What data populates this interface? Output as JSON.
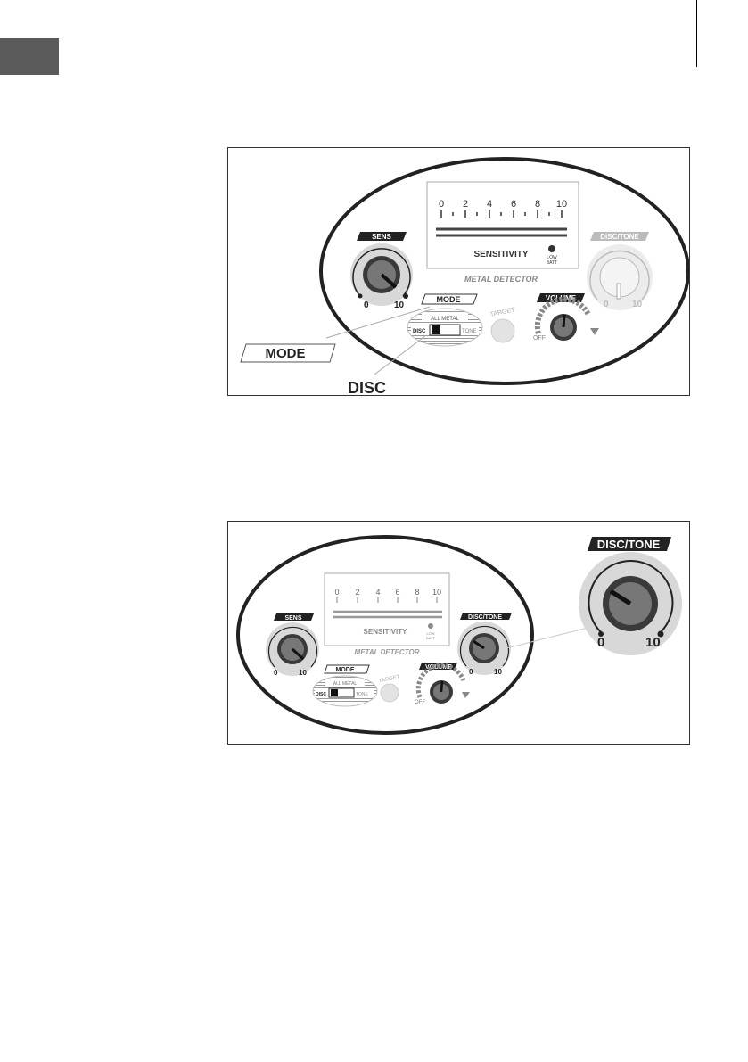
{
  "meter": {
    "scale": [
      "0",
      "2",
      "4",
      "6",
      "8",
      "10"
    ],
    "title": "SENSITIVITY",
    "low_batt_line1": "LOW",
    "low_batt_line2": "BATT"
  },
  "brand": "METAL DETECTOR",
  "sens": {
    "label": "SENS",
    "min": "0",
    "max": "10"
  },
  "disc_tone": {
    "label": "DISC/TONE",
    "min": "0",
    "max": "10"
  },
  "mode": {
    "label": "MODE",
    "all_metal": "ALL METAL",
    "disc": "DISC",
    "tone": "TONE"
  },
  "target": "TARGET",
  "volume": {
    "label": "VOLUME",
    "off": "OFF"
  },
  "figure1_callouts": {
    "mode": "MODE",
    "disc": "DISC"
  },
  "figure2_callout": {
    "label": "DISC/TONE",
    "min": "0",
    "max": "10"
  },
  "colors": {
    "panel_gray": "#d8d8d8",
    "knob_dark": "#3a3a3a",
    "knob_face": "#777777",
    "label_bg": "#222222"
  }
}
